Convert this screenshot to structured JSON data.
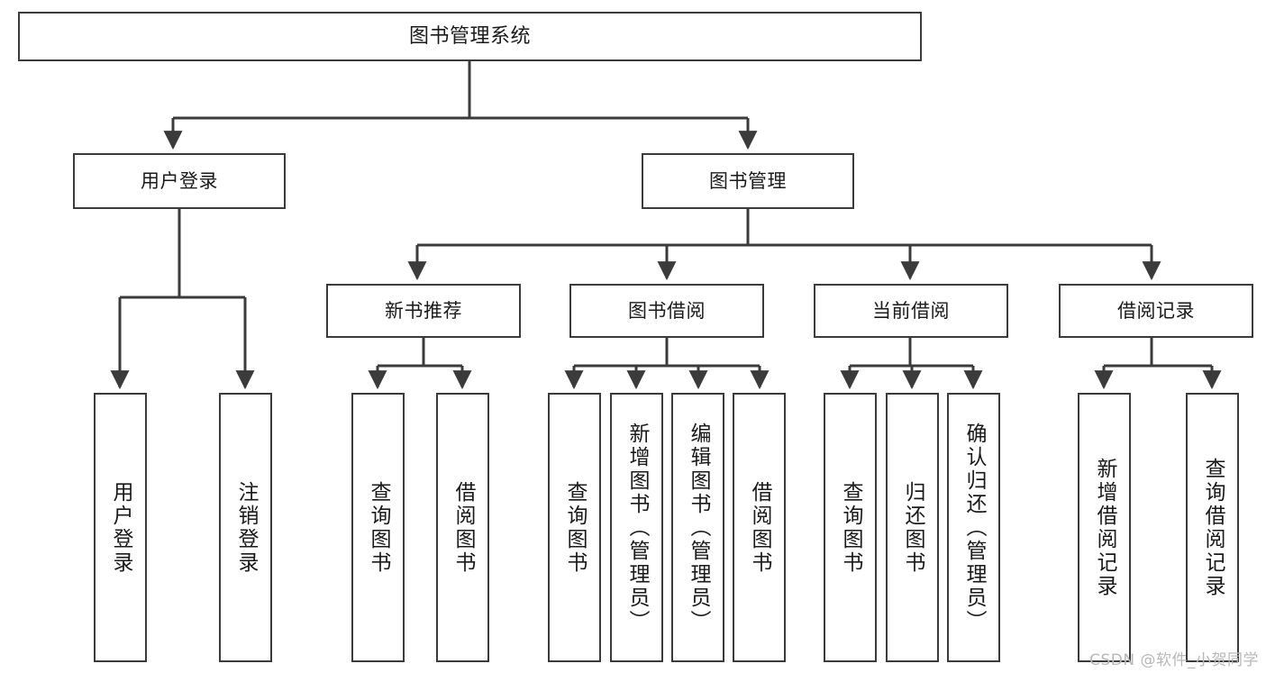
{
  "diagram": {
    "title": "图书管理系统",
    "type": "tree-hierarchy-chart",
    "root": {
      "label": "图书管理系统"
    },
    "level1": [
      {
        "label": "用户登录"
      },
      {
        "label": "图书管理"
      }
    ],
    "level2": [
      {
        "label": "新书推荐"
      },
      {
        "label": "图书借阅"
      },
      {
        "label": "当前借阅"
      },
      {
        "label": "借阅记录"
      }
    ],
    "leaves": {
      "user_login": [
        {
          "label": "用户登录"
        },
        {
          "label": "注销登录"
        }
      ],
      "new_book_recommend": [
        {
          "label": "查询图书"
        },
        {
          "label": "借阅图书"
        }
      ],
      "book_borrow": [
        {
          "label": "查询图书"
        },
        {
          "label": "新增图书（管理员）"
        },
        {
          "label": "编辑图书（管理员）"
        },
        {
          "label": "借阅图书"
        }
      ],
      "current_borrow": [
        {
          "label": "查询图书"
        },
        {
          "label": "归还图书"
        },
        {
          "label": "确认归还（管理员）"
        }
      ],
      "borrow_records": [
        {
          "label": "新增借阅记录"
        },
        {
          "label": "查询借阅记录"
        }
      ]
    },
    "watermark": "CSDN @软件_小贺同学",
    "colors": {
      "stroke": "#3b3b3b",
      "fill": "#ffffff",
      "text": "#1a1a1a",
      "watermark": "#b8b8b8"
    }
  }
}
